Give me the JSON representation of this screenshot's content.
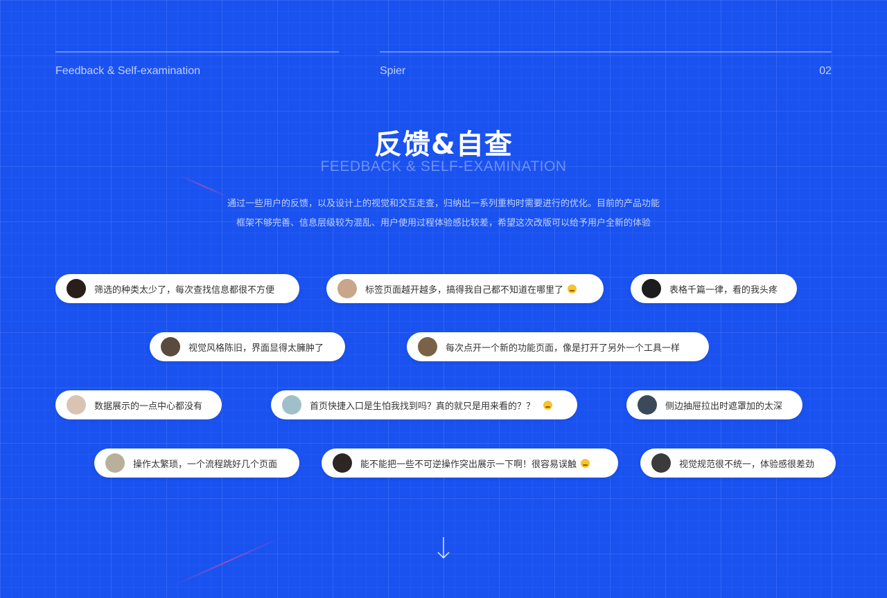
{
  "header": {
    "left_label": "Feedback & Self-examination",
    "center_label": "Spier",
    "page_number": "02"
  },
  "hero": {
    "title": "反馈&自查",
    "subtitle": "FEEDBACK & SELF-EXAMINATION",
    "description_line1": "通过一些用户的反馈，以及设计上的视觉和交互走查，归纳出一系列重构时需要进行的优化。目前的产品功能",
    "description_line2": "框架不够完善、信息层级较为混乱、用户使用过程体验感比较差，希望这次改版可以给予用户全新的体验"
  },
  "feedback": [
    {
      "text": "筛选的种类太少了，每次查找信息都很不方便",
      "avatar_color": "#2a1e1a",
      "emoji": false
    },
    {
      "text": "标签页面越开越多，搞得我自己都不知道在哪里了",
      "avatar_color": "#c9a58c",
      "emoji": true
    },
    {
      "text": "表格千篇一律，看的我头疼",
      "avatar_color": "#1c1c1c",
      "emoji": false
    },
    {
      "text": "视觉风格陈旧，界面显得太臃肿了",
      "avatar_color": "#5b4a3e",
      "emoji": false
    },
    {
      "text": "每次点开一个新的功能页面，像是打开了另外一个工具一样",
      "avatar_color": "#7a6248",
      "emoji": false
    },
    {
      "text": "数据展示的一点中心都没有",
      "avatar_color": "#d9c4b3",
      "emoji": false
    },
    {
      "text": "首页快捷入口是生怕我找到吗？真的就只是用来看的？？",
      "avatar_color": "#9fc0c8",
      "emoji": true
    },
    {
      "text": "侧边抽屉拉出时遮罩加的太深",
      "avatar_color": "#3a4a58",
      "emoji": false
    },
    {
      "text": "操作太繁琐，一个流程跳好几个页面",
      "avatar_color": "#b8b09a",
      "emoji": false
    },
    {
      "text": "能不能把一些不可逆操作突出展示一下啊！很容易误触",
      "avatar_color": "#2e2622",
      "emoji": true
    },
    {
      "text": "视觉规范很不统一，体验感很差劲",
      "avatar_color": "#3b3b3b",
      "emoji": false
    }
  ],
  "colors": {
    "background": "#1a52f0",
    "bubble": "#ffffff",
    "bubble_text": "#333333"
  },
  "icons": {
    "scroll_down": "arrow-down-icon"
  }
}
